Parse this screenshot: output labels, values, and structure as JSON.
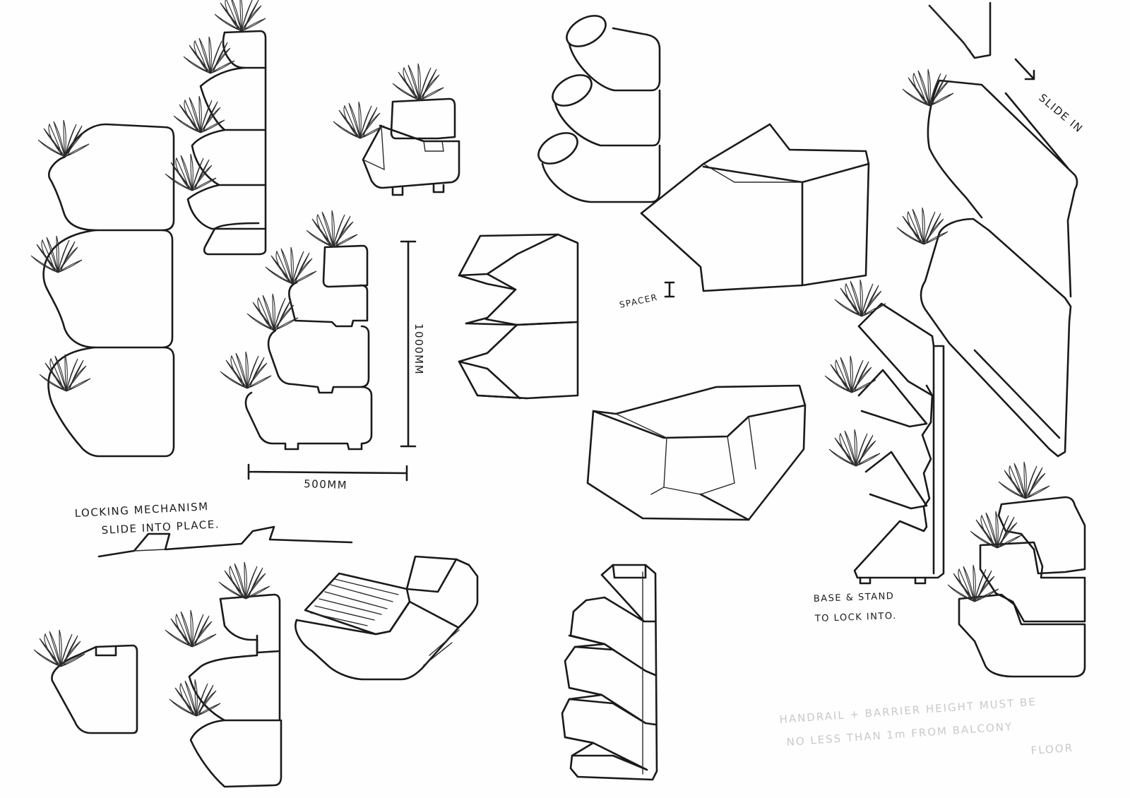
{
  "labels": {
    "locking_line1": "LOCKING MECHANISM",
    "locking_line2": "SLIDE INTO PLACE.",
    "dim_height": "1000MM",
    "dim_width": "500MM",
    "spacer": "SPACER",
    "slide_in": "SLIDE IN",
    "base_line1": "BASE & STAND",
    "base_line2": "TO LOCK INTO.",
    "note_line1": "HANDRAIL + BARRIER HEIGHT MUST BE",
    "note_line2": "NO LESS THAN 1m FROM BALCONY",
    "note_line3": "FLOOR"
  }
}
